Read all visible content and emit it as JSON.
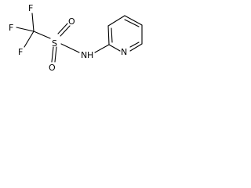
{
  "molecule": {
    "atoms": {
      "f_top": "F",
      "f_left": "F",
      "f_bottom": "F",
      "o_top": "O",
      "o_bottom": "O",
      "s": "S",
      "nh": "N",
      "nh_h": "H",
      "n_ring": "N"
    },
    "colors": {
      "bond": "#000000",
      "label": "#000000",
      "background": "#ffffff"
    }
  }
}
